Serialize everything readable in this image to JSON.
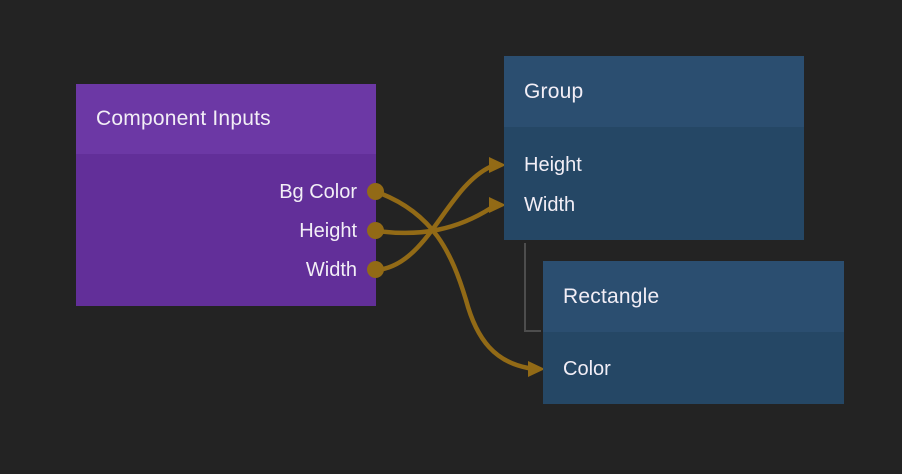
{
  "editor": {
    "background_color": "#232323",
    "wire_color": "#926a16",
    "hierarchy_line_color": "#4d4d4d",
    "text_color": "#f2eef6",
    "node_colors": {
      "component_header": "#6c38a5",
      "component_body": "#622f99",
      "visual_header": "#2b4e70",
      "visual_body": "#254765"
    }
  },
  "nodes": [
    {
      "title": "Component Inputs",
      "kind": "component-inputs",
      "ports": [
        {
          "label": "Bg Color",
          "direction": "output"
        },
        {
          "label": "Height",
          "direction": "output"
        },
        {
          "label": "Width",
          "direction": "output"
        }
      ]
    },
    {
      "title": "Group",
      "kind": "visual",
      "ports": [
        {
          "label": "Height",
          "direction": "input"
        },
        {
          "label": "Width",
          "direction": "input"
        }
      ]
    },
    {
      "title": "Rectangle",
      "kind": "visual",
      "ports": [
        {
          "label": "Color",
          "direction": "input"
        }
      ]
    }
  ],
  "connections": [
    {
      "from": "Component Inputs.Bg Color",
      "to": "Rectangle.Color"
    },
    {
      "from": "Component Inputs.Height",
      "to": "Group.Width"
    },
    {
      "from": "Component Inputs.Width",
      "to": "Group.Height"
    }
  ],
  "hierarchy": [
    {
      "parent": "Group",
      "child": "Rectangle"
    }
  ]
}
